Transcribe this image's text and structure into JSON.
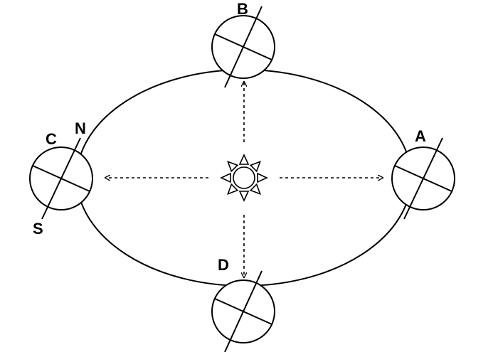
{
  "labels": {
    "a": "A",
    "b": "B",
    "c": "C",
    "d": "D",
    "north": "N",
    "south": "S"
  },
  "colors": {
    "stroke": "#000000",
    "background": "#ffffff"
  },
  "icons": {
    "sun": "sun-icon",
    "earth": "earth-globe-icon"
  }
}
